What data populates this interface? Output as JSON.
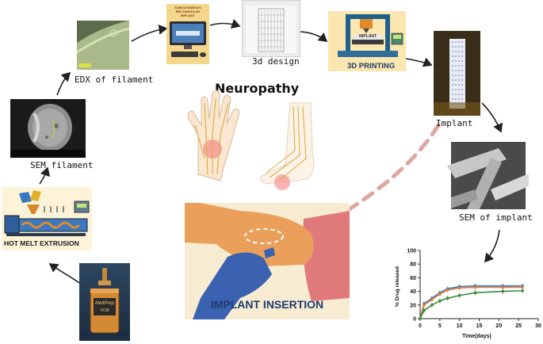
{
  "labels": {
    "edx": "EDX of filament",
    "design": "3d design",
    "printing": "3D PRINTING",
    "implant": "Implant",
    "sem_filament": "SEM filament",
    "sem_implant": "SEM of implant",
    "hme": "HOT MELT EXTRUSION",
    "neuropathy": "Neuropathy",
    "insertion": "IMPLANT INSERTION",
    "monitor_title": "SUBCUTANEOUS\nRECTANGULAR\nIMPLANT",
    "printer_tag": "IMPLANT",
    "meltprep": "MeltPrep",
    "vcm": "VCM"
  },
  "chart_data": {
    "type": "line",
    "xlabel": "Time(days)",
    "ylabel": "% Drug released",
    "xlim": [
      0,
      30
    ],
    "ylim": [
      0,
      100
    ],
    "xticks": [
      0,
      5,
      10,
      15,
      20,
      25,
      30
    ],
    "yticks": [
      0,
      20,
      40,
      60,
      80,
      100
    ],
    "grid": false,
    "series": [
      {
        "color": "#3b7fc4",
        "x": [
          0,
          1,
          3,
          5,
          7,
          10,
          14,
          21,
          26
        ],
        "values": [
          0,
          22,
          30,
          38,
          44,
          47,
          48,
          48,
          48
        ]
      },
      {
        "color": "#e07b39",
        "x": [
          0,
          1,
          3,
          5,
          7,
          10,
          14,
          21,
          26
        ],
        "values": [
          0,
          20,
          28,
          36,
          42,
          45,
          46,
          46,
          46
        ]
      },
      {
        "color": "#3a8a3a",
        "x": [
          0,
          1,
          3,
          5,
          7,
          10,
          14,
          21,
          26
        ],
        "values": [
          0,
          12,
          20,
          26,
          30,
          34,
          38,
          40,
          41
        ]
      }
    ]
  }
}
